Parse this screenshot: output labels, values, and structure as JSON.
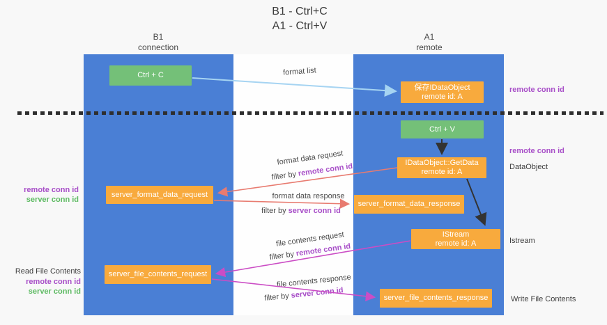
{
  "title": {
    "line1": "B1 - Ctrl+C",
    "line2": "A1 - Ctrl+V"
  },
  "columns": {
    "left": {
      "name": "B1",
      "role": "connection"
    },
    "right": {
      "name": "A1",
      "role": "remote"
    }
  },
  "nodes": {
    "ctrl_c": "Ctrl + C",
    "ctrl_v": "Ctrl + V",
    "save_obj": {
      "line1": "保存IDataObject",
      "line2": "remote id: A"
    },
    "getdata": {
      "line1": "IDataObject::GetData",
      "line2": "remote id: A"
    },
    "istream": {
      "line1": "IStream",
      "line2": "remote id: A"
    },
    "fmt_req": "server_format_data_request",
    "fmt_resp": "server_format_data_response",
    "file_req": "server_file_contents_request",
    "file_resp": "server_file_contents_response"
  },
  "side_labels": {
    "top_remote_conn": "remote conn id",
    "mid_remote_conn": "remote conn id",
    "dataobject": "DataObject",
    "istream": "Istream",
    "write_file": "Write File Contents",
    "left_remote_conn": "remote conn id",
    "left_server_conn": "server conn id",
    "read_file": "Read File Contents",
    "read_remote_conn": "remote conn id",
    "read_server_conn": "server conn id"
  },
  "arrows": {
    "format_list": {
      "label": "format list"
    },
    "format_request": {
      "label": "format data request",
      "filter": "filter by",
      "key": "remote conn id"
    },
    "format_response": {
      "label": "format data response",
      "filter": "filter by",
      "key": "server conn id"
    },
    "file_request": {
      "label": "file contents request",
      "filter": "filter by",
      "key": "remote conn id"
    },
    "file_response": {
      "label": "file contents response",
      "filter": "filter by",
      "key": "server conn id"
    }
  },
  "colors": {
    "lifeline_blue": "#4a7fd5",
    "node_green": "#74c078",
    "node_orange": "#f8aa3d",
    "label_purple": "#a84fc8",
    "label_green": "#5fbb64",
    "arrow_light_blue": "#a6d4f2",
    "arrow_red": "#e87b70",
    "arrow_magenta": "#cb4dc5",
    "arrow_black": "#333333"
  }
}
